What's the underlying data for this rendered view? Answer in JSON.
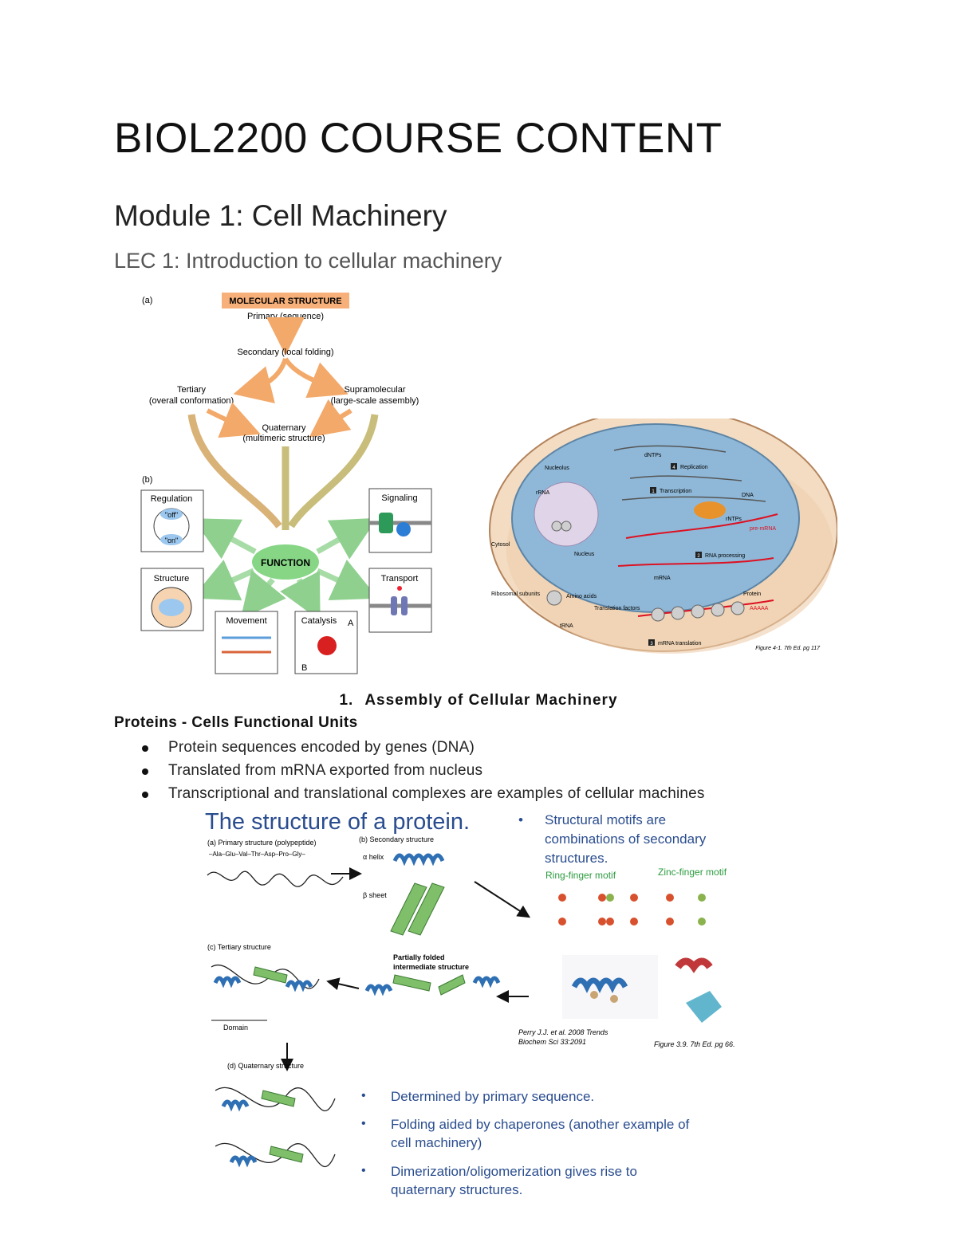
{
  "title": "BIOL2200 COURSE CONTENT",
  "module": "Module 1: Cell Machinery",
  "lecture": "LEC 1: Introduction to cellular machinery",
  "figure_a": {
    "panel_a": "(a)",
    "panel_b": "(b)",
    "header": "MOLECULAR STRUCTURE",
    "primary": "Primary (sequence)",
    "secondary": "Secondary (local folding)",
    "tertiary": "Tertiary",
    "tertiary_sub": "(overall conformation)",
    "supramolecular": "Supramolecular",
    "supramolecular_sub": "(large-scale assembly)",
    "quaternary": "Quaternary",
    "quaternary_sub": "(multimeric structure)",
    "function": "FUNCTION",
    "regulation": "Regulation",
    "off": "\"off\"",
    "on": "\"on\"",
    "signaling": "Signaling",
    "structure": "Structure",
    "transport": "Transport",
    "movement": "Movement",
    "catalysis": "Catalysis",
    "cat_a": "A",
    "cat_b": "B"
  },
  "figure_cell": {
    "nucleolus": "Nucleolus",
    "rrna": "rRNA",
    "nucleus": "Nucleus",
    "cytosol": "Cytosol",
    "dntps": "dNTPs",
    "replication_num": "4",
    "replication": "Replication",
    "transcription_num": "1",
    "transcription": "Transcription",
    "dna": "DNA",
    "rntps": "rNTPs",
    "pre_mrna": "pre-mRNA",
    "processing_num": "2",
    "processing": "RNA processing",
    "mrna": "mRNA",
    "ribosomal": "Ribosomal subunits",
    "amino_acids": "Amino acids",
    "translation_factors": "Translation factors",
    "trna": "tRNA",
    "protein": "Protein",
    "translation_num": "3",
    "translation": "mRNA translation",
    "polya": "AAAAA",
    "caption": "Figure 4-1. 7th Ed. pg 117"
  },
  "section": {
    "number": "1.",
    "title": "Assembly of Cellular Machinery"
  },
  "subheading": "Proteins - Cells Functional Units",
  "bullets": [
    "Protein sequences encoded by genes (DNA)",
    "Translated from mRNA exported from nucleus",
    "Transcriptional and translational complexes are examples of cellular machines"
  ],
  "slide": {
    "title": "The structure of a protein.",
    "motifs_bullet": "Structural motifs are combinations of secondary structures.",
    "motifs_line1": "Structural motifs are",
    "motifs_line2": "combinations of secondary",
    "motifs_line3": "structures.",
    "primary_label": "(a) Primary structure (polypeptide)",
    "sequence": "–Ala–Glu–Val–Thr–Asp–Pro–Gly–",
    "secondary_label": "(b) Secondary structure",
    "alpha_helix": "α helix",
    "beta_sheet": "β sheet",
    "ring_finger": "Ring-finger motif",
    "zinc_finger": "Zinc-finger motif",
    "tertiary_label": "(c) Tertiary structure",
    "domain": "Domain",
    "partial_1": "Partially folded",
    "partial_2": "intermediate structure",
    "ref_1": "Perry J.J. et al. 2008 Trends",
    "ref_2": "Biochem Sci 33:2091",
    "fig_caption": "Figure 3.9. 7th Ed. pg 66.",
    "quaternary_label": "(d) Quaternary structure",
    "points": [
      [
        "Determined by primary sequence."
      ],
      [
        "Folding aided by chaperones (another example of",
        "cell machinery)"
      ],
      [
        "Dimerization/oligomerization gives rise to",
        "quaternary structures."
      ]
    ]
  }
}
